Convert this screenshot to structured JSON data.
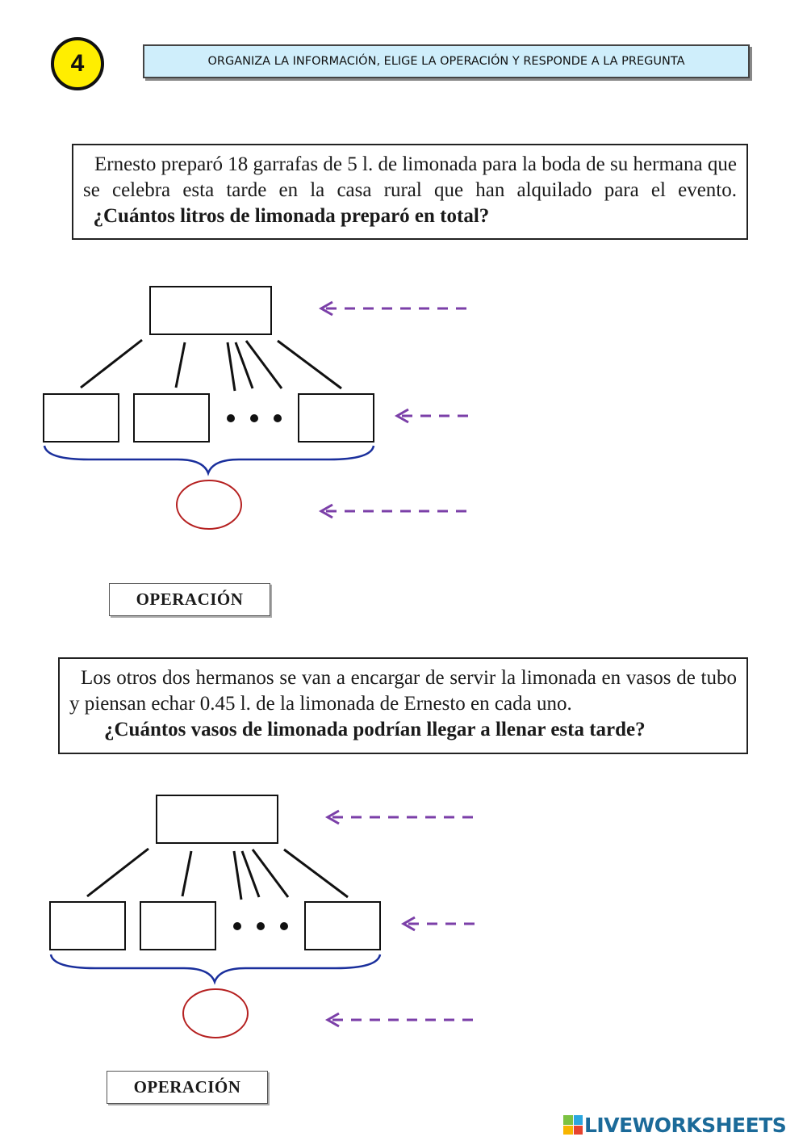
{
  "header": {
    "exercise_number": "4",
    "instruction": "ORGANIZA LA INFORMACIÓN, ELIGE LA OPERACIÓN Y RESPONDE A LA PREGUNTA"
  },
  "problems": [
    {
      "text": "Ernesto preparó 18 garrafas de 5 l. de limonada para la boda de su hermana que se celebra esta tarde en la casa rural que han alquilado para el evento.",
      "question": "¿Cuántos litros de limonada preparó en total?",
      "operation_label": "OPERACIÓN"
    },
    {
      "text": "Los otros dos hermanos se van a encargar de servir la limonada en vasos de tubo y piensan echar 0.45 l. de la limonada de Ernesto en cada uno.",
      "question": "¿Cuántos vasos de limonada podrían llegar a llenar esta tarde?",
      "operation_label": "OPERACIÓN"
    }
  ],
  "colors": {
    "badge": "#ffee00",
    "banner": "#cfeefb",
    "arrow": "#7b3fa8",
    "brace": "#1a2f9c",
    "circle": "#b52020",
    "logo": "#1b6a99"
  },
  "watermark": "LIVEWORKSHEETS"
}
